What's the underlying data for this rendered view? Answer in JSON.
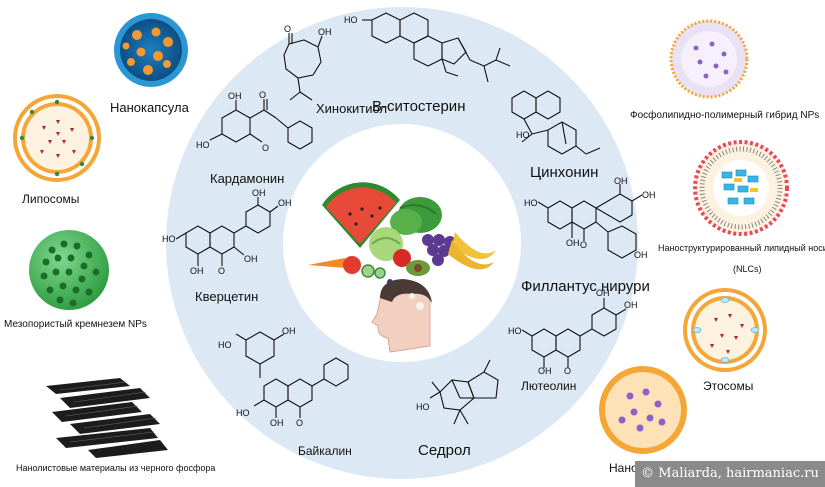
{
  "compounds": {
    "hinokitiol": "Хинокитиол",
    "sitosterol": "B-ситостерин",
    "cardamonin": "Кардамонин",
    "cinchonine": "Цинхонин",
    "quercetin_label": "Кверцетин",
    "phyllanthus": "Филлантус нирури",
    "baicalin": "Байкалин",
    "luteolin": "Лютеолин",
    "cedrol": "Седрол",
    "oh": "OH",
    "ho": "HO",
    "o": "O"
  },
  "carriers": {
    "nanocapsule": "Нанокапсула",
    "liposome": "Липосомы",
    "mesoporous": "Мезопористый кремнезем NPs",
    "black_phosphorus": "Нанолистовые материалы из черного фосфора",
    "hybrid": "Фосфолипидно-полимерный гибрид NPs",
    "nlc_line1": "Наноструктурированный липидный носитель",
    "nlc_line2": "(NLCs)",
    "ethosome": "Этосомы",
    "nanoemulsion": "Наноэмульсия"
  },
  "watermark": "© Maliarda, hairmaniac.ru",
  "colors": {
    "ring": "#dce8f4",
    "ring_inner": "#ffffff",
    "lipid_head": "#f4a637",
    "core_orange": "#fdd9b0",
    "drug_red": "#b2243a",
    "silica_green": "#2e8b3e",
    "nanocapsule_blue": "#1f75b8",
    "nanocapsule_dots": "#f29a2e",
    "hybrid_purple": "#8a62c8",
    "nlc_cyan": "#38b6e6"
  },
  "icons": [
    "nanocapsule-icon",
    "liposome-icon",
    "mesoporous-silica-icon",
    "black-phosphorus-icon",
    "phospholipid-polymer-hybrid-icon",
    "nlc-icon",
    "ethosome-icon",
    "nanoemulsion-icon",
    "fruits-vegetables-icon",
    "head-profile-icon"
  ]
}
